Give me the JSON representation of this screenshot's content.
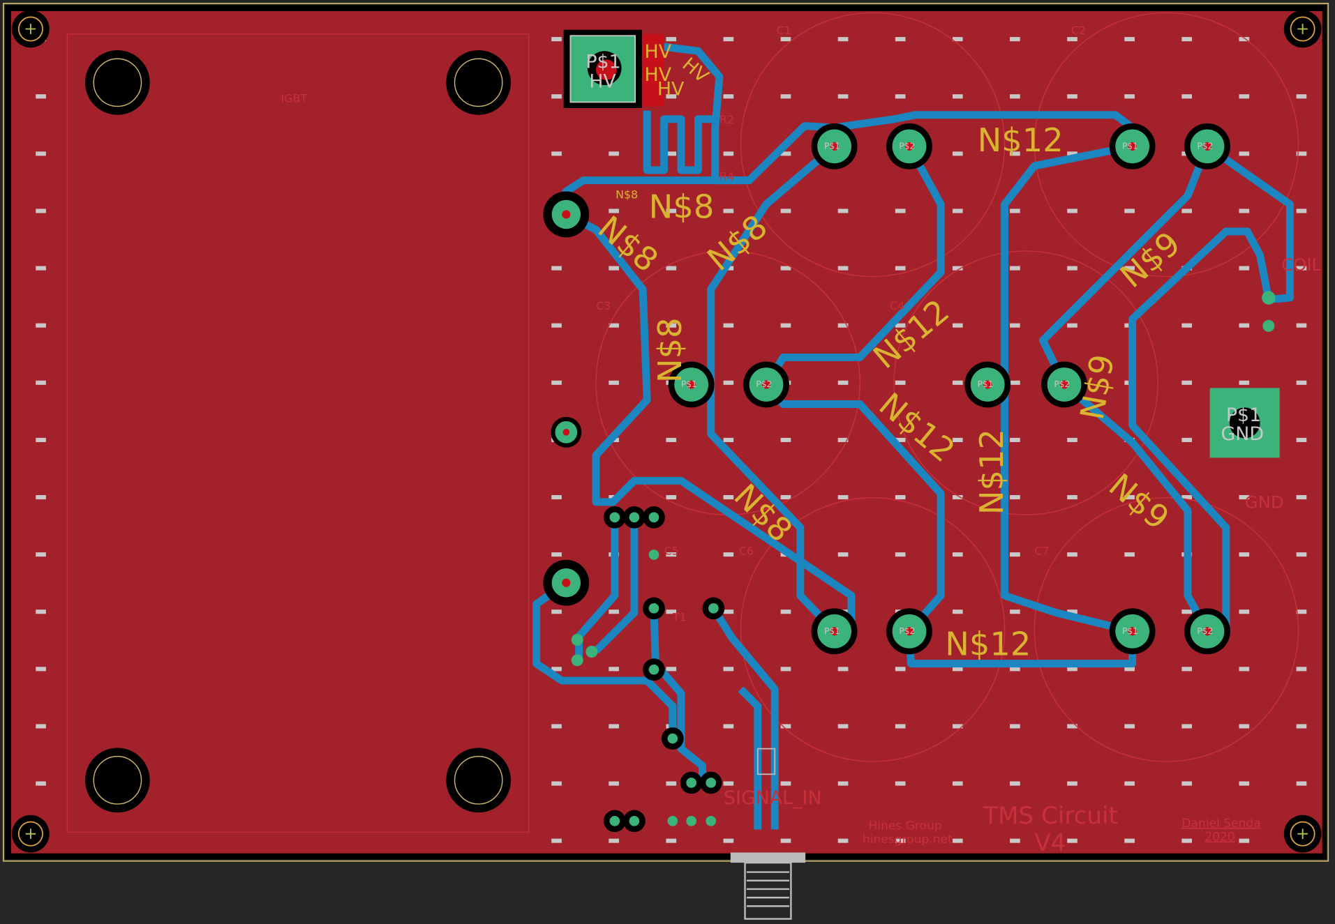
{
  "app": {
    "title": "PCB layout editor"
  },
  "colors": {
    "board": "#a3212b",
    "trace": "#1b86c0",
    "pad": "#3cb37a",
    "label": "#d9b431",
    "background": "#262626"
  },
  "net_labels": {
    "n12_top": "N$12",
    "n12_bottom": "N$12",
    "n12_mid1": "N$12",
    "n12_mid2": "N$12",
    "n12_vert": "N$12",
    "n8_main": "N$8",
    "n8_small": "N$8",
    "n8_a": "N$8",
    "n8_b": "N$8",
    "n8_c": "N$8",
    "n8_d": "N$8",
    "n9_a": "N$9",
    "n9_b": "N$9",
    "n9_c": "N$9"
  },
  "hv_labels": [
    "HV",
    "HV",
    "HV",
    "HV"
  ],
  "pads": {
    "hv_name": "P$1",
    "hv_value": "HV",
    "gnd_name": "P$1",
    "gnd_value": "GND",
    "p1": "P$1",
    "p2": "P$2"
  },
  "parts": {
    "c1": "C1",
    "c2": "C2",
    "c3": "C3",
    "c4": "C4",
    "c5": "C5",
    "c6": "C6",
    "c7": "C7",
    "r2": "R2",
    "r4": "R4",
    "t1": "T1",
    "igbt": "IGBT",
    "coil": "COIL",
    "gnd": "GND"
  },
  "connector": {
    "label": "SIGNAL_IN"
  },
  "board_text": {
    "title": "TMS Circuit",
    "version": "V4",
    "group": "Hines Group",
    "website": "hinesgroup.net",
    "author": "Daniel Senda",
    "year": "2020"
  }
}
